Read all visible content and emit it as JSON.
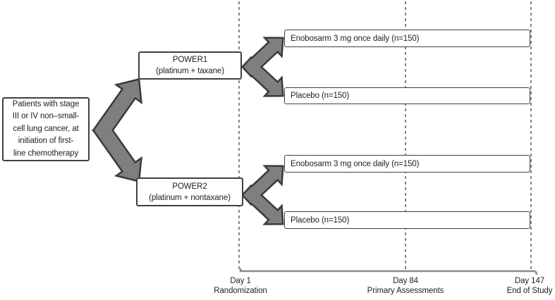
{
  "flow": {
    "population": {
      "lines": [
        "Patients with stage",
        "III or IV non–small-",
        "cell lung cancer, at",
        "initiation of first-",
        "line chemotherapy"
      ]
    },
    "studies": [
      {
        "id": "power1",
        "lines": [
          "POWER1",
          "(platinum + taxane)"
        ],
        "arms": [
          {
            "label": "Enobosarm 3 mg once daily (n=150)"
          },
          {
            "label": "Placebo (n=150)"
          }
        ]
      },
      {
        "id": "power2",
        "lines": [
          "POWER2",
          "(platinum + nontaxane)"
        ],
        "arms": [
          {
            "label": "Enobosarm 3 mg once daily (n=150)"
          },
          {
            "label": "Placebo (n=150)"
          }
        ]
      }
    ]
  },
  "timeline": {
    "milestones": [
      {
        "lines": [
          "Day 1",
          "Randomization"
        ]
      },
      {
        "lines": [
          "Day 84",
          "Primary Assessments"
        ]
      },
      {
        "lines": [
          "Day 147",
          "End of Study"
        ]
      }
    ]
  },
  "colors": {
    "arrow_fill": "#7f7f7f",
    "arrow_outline": "#3a3a3a",
    "box_border": "#3f3f3f",
    "dashed_line": "#6f6f6f",
    "axis_line": "#8a8a8a"
  }
}
